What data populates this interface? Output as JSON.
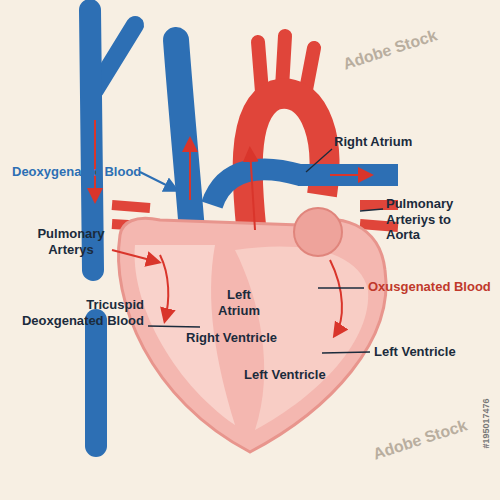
{
  "diagram": {
    "labels": [
      "Deoxygenated Blood",
      "Right Atrium",
      "Pulmonary Arterys",
      "Pulmonary Arteriys to Aorta",
      "Oxusgenated Blood",
      "Tricuspid Deoxgenated Blood",
      "Left Atrium",
      "Right Ventricle",
      "Left Ventricle",
      "Left Ventricle",
      "#195017476",
      "Adobe Stock",
      "Adobe Stock"
    ]
  }
}
